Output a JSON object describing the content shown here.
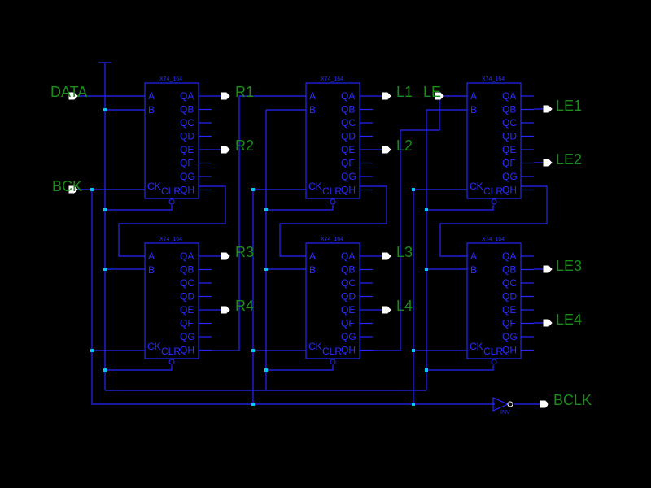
{
  "chip_label": "X74_164",
  "inv_label": "INV",
  "pins": {
    "A": "A",
    "B": "B",
    "QA": "QA",
    "QB": "QB",
    "QC": "QC",
    "QD": "QD",
    "QE": "QE",
    "QF": "QF",
    "QG": "QG",
    "QH": "QH",
    "CK": "CK",
    "CLR": "CLR"
  },
  "inputs": {
    "data": "DATA",
    "bck": "BCK",
    "le": "LE"
  },
  "outputs": [
    "R1",
    "R2",
    "R3",
    "R4",
    "L1",
    "L2",
    "L3",
    "L4",
    "LE1",
    "LE2",
    "LE3",
    "LE4",
    "BCLK"
  ],
  "colors": {
    "background": "#000000",
    "wire": "#2626ff",
    "label": "#1a8c1a",
    "arrow": "#ffffff",
    "junction": "#00c8ff"
  }
}
